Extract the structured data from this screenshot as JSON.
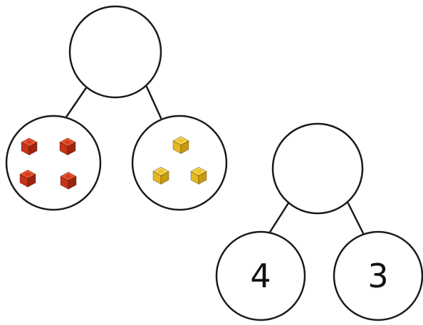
{
  "diagrams": [
    {
      "whole": "",
      "parts": [
        {
          "cubes": 4,
          "color": "red"
        },
        {
          "cubes": 3,
          "color": "yellow"
        }
      ]
    },
    {
      "whole": "",
      "parts": [
        {
          "label": "4"
        },
        {
          "label": "3"
        }
      ]
    }
  ],
  "colors": {
    "stroke": "#1a1a1a",
    "red_cube": {
      "top": "#e8512a",
      "left": "#c73418",
      "right": "#9e2410"
    },
    "yellow_cube": {
      "top": "#f7d24a",
      "left": "#e6b820",
      "right": "#c99a10"
    }
  }
}
